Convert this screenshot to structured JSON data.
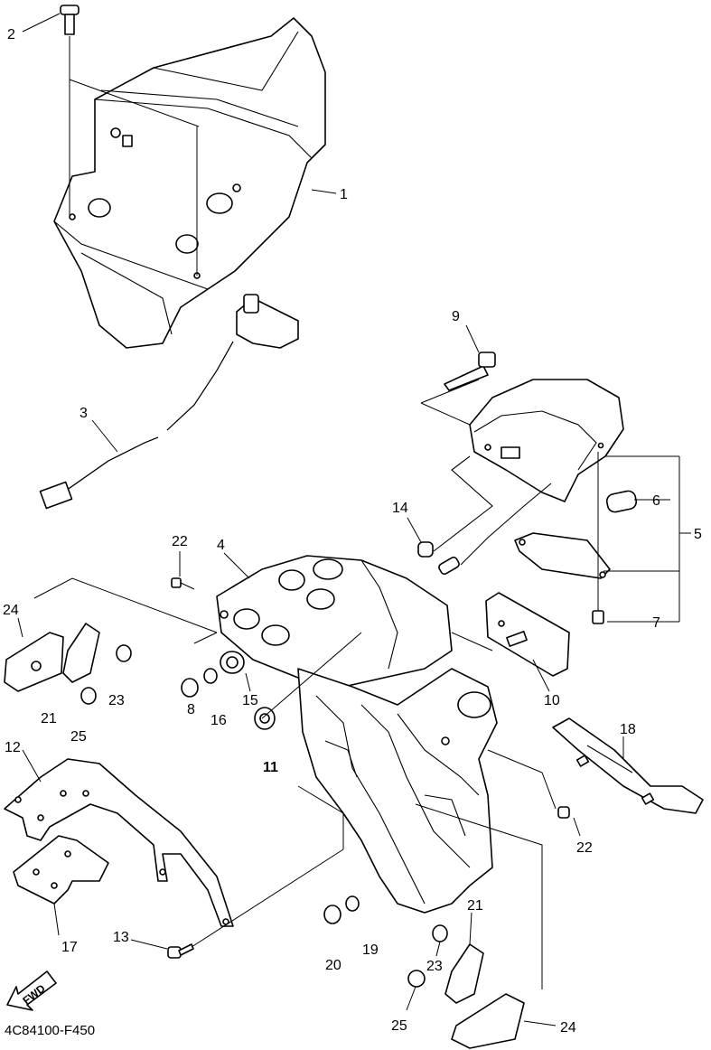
{
  "diagram": {
    "code": "4C84100-F450",
    "fwd_label": "FWD",
    "callouts": {
      "c1": "1",
      "c2": "2",
      "c3": "3",
      "c4": "4",
      "c5": "5",
      "c6": "6",
      "c7": "7",
      "c8": "8",
      "c9": "9",
      "c10": "10",
      "c11": "11",
      "c12": "12",
      "c13": "13",
      "c14": "14",
      "c15": "15",
      "c16": "16",
      "c17": "17",
      "c18": "18",
      "c19": "19",
      "c20": "20",
      "c21a": "21",
      "c21b": "21",
      "c22a": "22",
      "c22b": "22",
      "c23a": "23",
      "c23b": "23",
      "c24a": "24",
      "c24b": "24",
      "c25a": "25",
      "c25b": "25"
    }
  }
}
